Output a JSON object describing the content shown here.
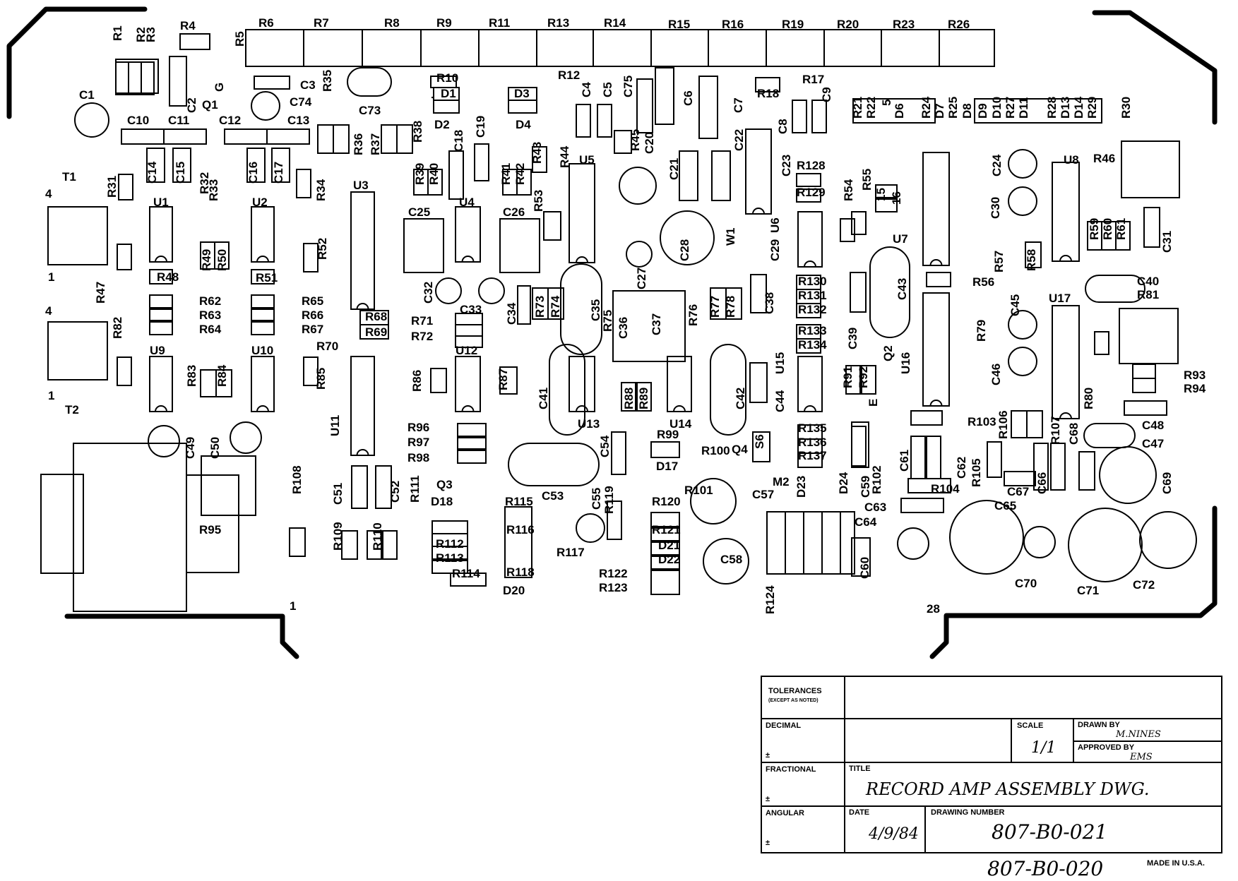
{
  "drawing": {
    "corner_pins": {
      "pin1": "1",
      "pin28": "28",
      "t1_pin4": "4",
      "t1_pin1": "1",
      "t2_pin4": "4",
      "t2_pin1": "1"
    },
    "title_block": {
      "tolerances": "TOLERANCES",
      "except_as_noted": "(EXCEPT AS NOTED)",
      "decimal": "DECIMAL",
      "fractional": "FRACTIONAL",
      "angular": "ANGULAR",
      "plus_minus": "±",
      "scale_label": "SCALE",
      "scale_value": "1/1",
      "drawn_by_label": "DRAWN BY",
      "drawn_by": "M.NINES",
      "approved_by_label": "APPROVED BY",
      "approved_by": "EMS",
      "title_label": "TITLE",
      "title": "RECORD AMP ASSEMBLY DWG.",
      "date_label": "DATE",
      "date": "4/9/84",
      "drawing_number_label": "DRAWING NUMBER",
      "drawing_number": "807-B0-021",
      "handwritten_number": "807-B0-020",
      "made_in": "MADE IN U.S.A."
    },
    "designators": [
      "R1",
      "R2",
      "R3",
      "R4",
      "R5",
      "R6",
      "R7",
      "R8",
      "R9",
      "R11",
      "R13",
      "R14",
      "R15",
      "R16",
      "R19",
      "R20",
      "R23",
      "R26",
      "C1",
      "C2",
      "Q1",
      "G",
      "C3",
      "C74",
      "R35",
      "C73",
      "R10",
      "D1",
      "D2",
      "D3",
      "D4",
      "R12",
      "C4",
      "C5",
      "C75",
      "C6",
      "R18",
      "R17",
      "C7",
      "C8",
      "C9",
      "R21",
      "R22",
      "5",
      "D6",
      "R24",
      "D7",
      "R25",
      "D8",
      "D9",
      "D10",
      "R27",
      "D11",
      "R28",
      "D13",
      "D14",
      "R29",
      "R30",
      "C10",
      "C11",
      "C12",
      "C13",
      "R36",
      "R37",
      "R38",
      "C18",
      "C19",
      "C20",
      "R45",
      "C22",
      "C23",
      "C24",
      "T1",
      "R31",
      "C14",
      "C15",
      "R32",
      "R33",
      "C16",
      "C17",
      "R34",
      "U3",
      "R39",
      "R40",
      "R41",
      "R42",
      "R43",
      "R44",
      "U5",
      "C21",
      "R128",
      "R129",
      "R54",
      "R55",
      "15",
      "16",
      "U8",
      "R46",
      "U1",
      "U2",
      "C25",
      "U4",
      "C26",
      "R53",
      "C28",
      "W1",
      "C29",
      "U6",
      "C30",
      "R47",
      "R49",
      "R50",
      "R52",
      "U7",
      "R57",
      "R58",
      "R59",
      "R60",
      "R61",
      "C31",
      "R48",
      "R51",
      "C32",
      "C27",
      "R130",
      "R131",
      "R132",
      "C43",
      "R56",
      "C40",
      "R81",
      "R62",
      "R63",
      "R64",
      "R65",
      "R66",
      "R67",
      "R71",
      "R72",
      "C33",
      "C34",
      "R73",
      "R74",
      "C35",
      "R75",
      "C36",
      "C37",
      "R76",
      "R77",
      "R78",
      "C38",
      "U17",
      "C45",
      "R82",
      "R68",
      "R69",
      "R70",
      "R133",
      "R134",
      "C39",
      "Q2",
      "U16",
      "R79",
      "U9",
      "U10",
      "U12",
      "C41",
      "C42",
      "U15",
      "C46",
      "R93",
      "R94",
      "R83",
      "R84",
      "R85",
      "R86",
      "R87",
      "R88",
      "R89",
      "R91",
      "R92",
      "E",
      "R80",
      "T2",
      "U11",
      "C44",
      "R106",
      "R103",
      "R107",
      "C48",
      "C49",
      "C50",
      "R96",
      "R97",
      "R98",
      "U13",
      "U14",
      "R135",
      "R136",
      "R137",
      "C68",
      "C47",
      "C54",
      "R99",
      "R100",
      "Q4",
      "S6",
      "C61",
      "C62",
      "R105",
      "C69",
      "Q3",
      "R111",
      "C51",
      "C52",
      "D17",
      "D23",
      "D24",
      "C59",
      "R102",
      "R104",
      "C66",
      "R95",
      "R108",
      "C53",
      "C55",
      "R119",
      "R101",
      "C57",
      "M2",
      "C63",
      "C65",
      "C67",
      "D18",
      "R115",
      "R120",
      "C64",
      "R109",
      "R110",
      "R112",
      "R113",
      "R114",
      "R116",
      "R117",
      "R121",
      "D21",
      "D22",
      "C58",
      "C60",
      "C70",
      "C71",
      "C72",
      "R118",
      "D20",
      "R122",
      "R123",
      "R124"
    ]
  }
}
